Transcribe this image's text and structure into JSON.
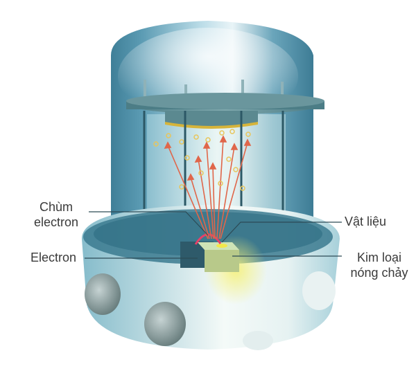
{
  "diagram": {
    "title": "",
    "description": "Electron-beam evaporation vacuum chamber",
    "labels": {
      "chum_electron_line1": "Chùm",
      "chum_electron_line2": "electron",
      "electron": "Electron",
      "vat_lieu": "Vật liệu",
      "kim_loai_line1": "Kim loại",
      "kim_loai_line2": "nóng chảy"
    },
    "colors": {
      "chamber": "#4f8fa8",
      "chamber_dark": "#2f6f86",
      "plate": "#5d8f98",
      "substrate_ring": "#d6b43a",
      "arrows": "#e0664a",
      "particles": "#e8c55a",
      "melt": "#f3e84a",
      "electron_arc": "#e5406a",
      "label_text": "#3a3a3a",
      "leader_line": "#2c4a55"
    }
  }
}
